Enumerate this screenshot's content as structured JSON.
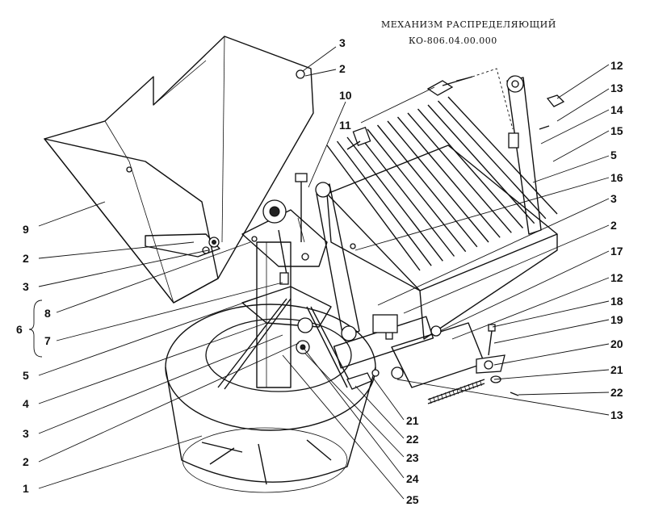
{
  "header": {
    "title": "МЕХАНИЗМ РАСПРЕДЕЛЯЮЩИЙ",
    "code": "КО-806.04.00.000"
  },
  "callouts": {
    "c1": "1",
    "c2a": "2",
    "c2b": "2",
    "c2c": "2",
    "c2d": "2",
    "c3a": "3",
    "c3b": "3",
    "c3c": "3",
    "c3d": "3",
    "c4": "4",
    "c5a": "5",
    "c5b": "5",
    "c6": "6",
    "c7": "7",
    "c8": "8",
    "c9": "9",
    "c10": "10",
    "c11": "11",
    "c12a": "12",
    "c12b": "12",
    "c13a": "13",
    "c13b": "13",
    "c14": "14",
    "c15": "15",
    "c16": "16",
    "c17": "17",
    "c18": "18",
    "c19": "19",
    "c20": "20",
    "c21a": "21",
    "c21b": "21",
    "c22a": "22",
    "c22b": "22",
    "c23": "23",
    "c24": "24",
    "c25": "25"
  }
}
